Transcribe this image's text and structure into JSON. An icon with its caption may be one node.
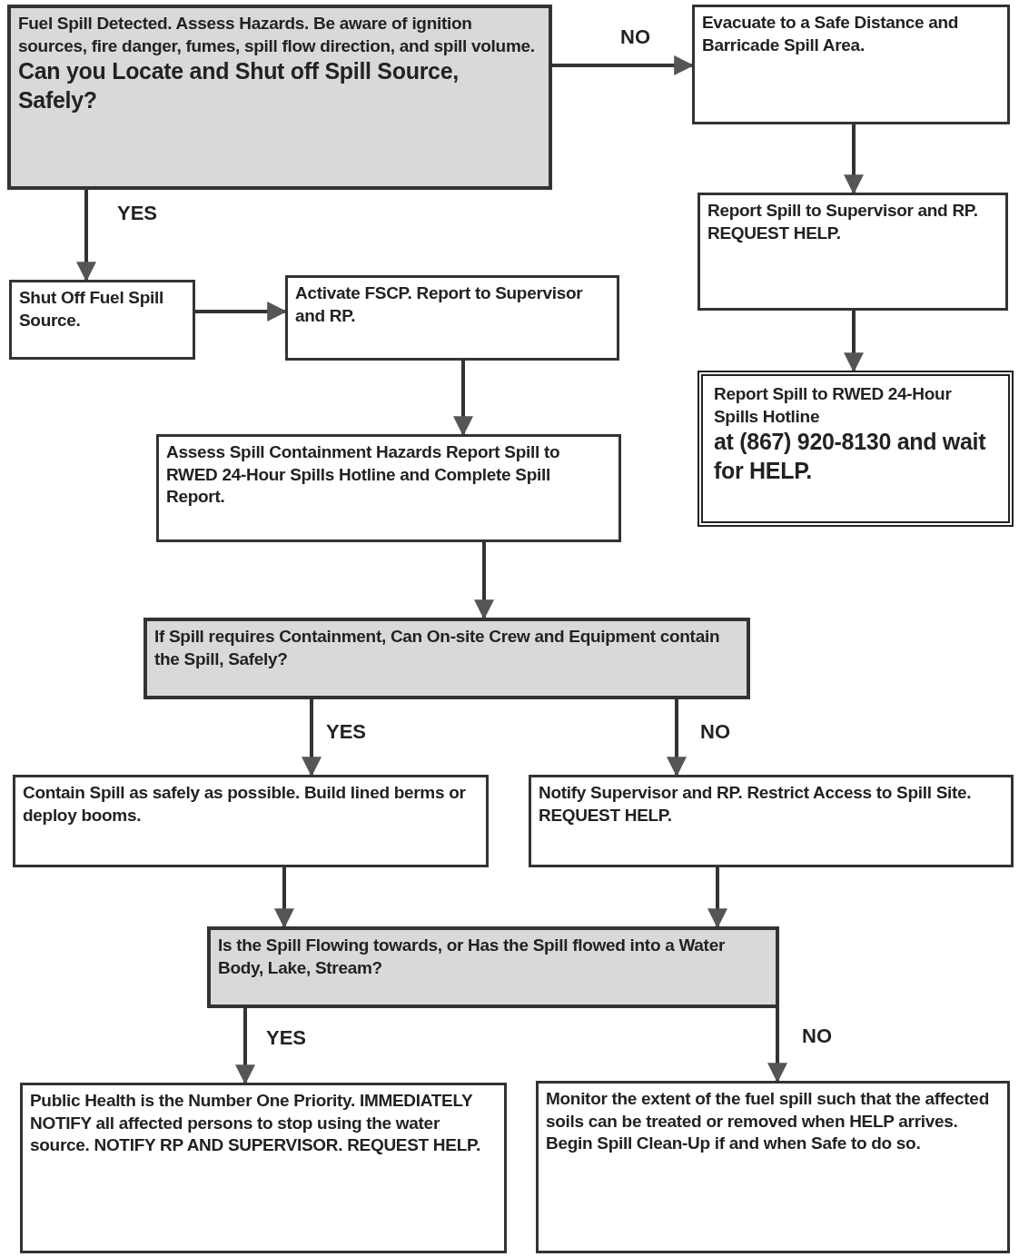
{
  "diagram": {
    "nodes": [
      {
        "text": [
          "Fuel Spill Detected. Assess Hazards. Be aware of ignition sources, fire danger, fumes, spill flow direction, and spill volume.",
          "Can you Locate and Shut off Spill Source, Safely?"
        ]
      },
      {
        "text": [
          "Evacuate to a Safe Distance and Barricade Spill Area."
        ]
      },
      {
        "text": [
          "Report Spill to Supervisor and RP. REQUEST HELP."
        ]
      },
      {
        "text": [
          "Report Spill to RWED 24-Hour Spills Hotline",
          "at (867) 920-8130 and wait for HELP."
        ]
      },
      {
        "text": [
          "Shut Off Fuel Spill Source."
        ]
      },
      {
        "text": [
          "Activate FSCP.  Report to Supervisor and RP."
        ]
      },
      {
        "text": [
          "Assess Spill Containment Hazards Report Spill to RWED 24-Hour Spills Hotline and Complete Spill Report."
        ]
      },
      {
        "text": [
          "If Spill requires Containment, Can On-site Crew and Equipment contain the Spill, Safely?"
        ]
      },
      {
        "text": [
          "Contain Spill as safely as possible. Build lined berms or deploy booms."
        ]
      },
      {
        "text": [
          "Notify Supervisor and RP.  Restrict Access to Spill Site. REQUEST HELP."
        ]
      },
      {
        "text": [
          "Is the Spill Flowing towards, or Has the Spill flowed into a Water Body, Lake, Stream?"
        ]
      },
      {
        "text": [
          "Public Health is the Number One Priority.  IMMEDIATELY NOTIFY all affected persons to stop using the water source.  NOTIFY RP AND SUPERVISOR. REQUEST HELP."
        ]
      },
      {
        "text": [
          "Monitor the extent of the fuel spill such that the affected soils can be treated or removed when HELP arrives.  Begin Spill Clean-Up if and when Safe to do so."
        ]
      }
    ],
    "edges": [
      {
        "from": 0,
        "to": 1,
        "arrow": "to",
        "label": "NO"
      },
      {
        "from": 0,
        "to": 4,
        "arrow": "to",
        "label": "YES"
      },
      {
        "from": 1,
        "to": 2,
        "arrow": "to"
      },
      {
        "from": 2,
        "to": 3,
        "arrow": "to"
      },
      {
        "from": 4,
        "to": 5,
        "arrow": "to"
      },
      {
        "from": 5,
        "to": 6,
        "arrow": "to"
      },
      {
        "from": 6,
        "to": 7,
        "arrow": "to"
      },
      {
        "from": 7,
        "to": 8,
        "arrow": "to",
        "label": "YES"
      },
      {
        "from": 7,
        "to": 9,
        "arrow": "to",
        "label": "NO"
      },
      {
        "from": 8,
        "to": 10,
        "arrow": "to"
      },
      {
        "from": 9,
        "to": 10,
        "arrow": "to"
      },
      {
        "from": 10,
        "to": 11,
        "arrow": "to",
        "label": "YES"
      },
      {
        "from": 10,
        "to": 12,
        "arrow": "to",
        "label": "NO"
      }
    ]
  }
}
